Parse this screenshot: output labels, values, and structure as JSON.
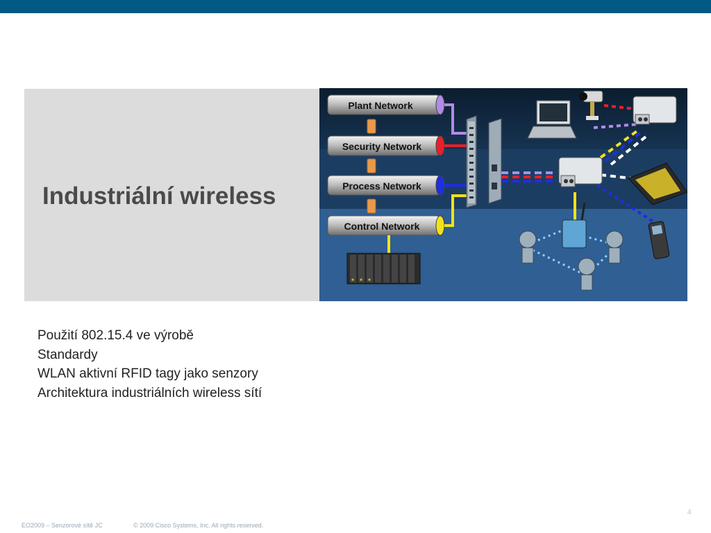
{
  "slide": {
    "title": "Industriální wireless",
    "bullets": [
      "Použití 802.15.4 ve výrobě",
      "Standardy",
      "WLAN aktivní RFID tagy jako senzory",
      "Architektura industriálních wireless sítí"
    ]
  },
  "diagram": {
    "networks": [
      "Plant Network",
      "Security Network",
      "Process Network",
      "Control Network"
    ],
    "colors": {
      "plant": "#b28be8",
      "security": "#e8202a",
      "process": "#1e2ee0",
      "control": "#f2e21a",
      "background_top": "#0d2236",
      "background_bottom": "#2f5f93"
    }
  },
  "footer": {
    "course": "EO2009 – Senzorové sítě JC",
    "copyright": "© 2009 Cisco Systems, Inc. All rights reserved.",
    "page_number": "4"
  },
  "theme": {
    "top_bar_color": "#005a84",
    "title_panel_color": "#dcdcdc"
  }
}
